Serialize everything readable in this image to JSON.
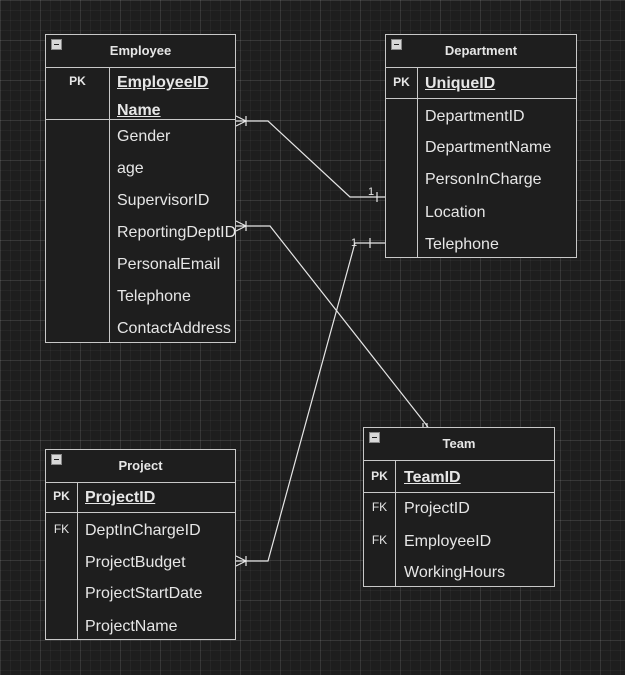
{
  "entities": {
    "employee": {
      "title": "Employee",
      "pk_keys": [
        "PK",
        ""
      ],
      "pk_fields": [
        "EmployeeID",
        "Name"
      ],
      "fields": [
        "Gender",
        "age",
        "SupervisorID",
        "ReportingDeptID",
        "PersonalEmail",
        "Telephone",
        "ContactAddress"
      ]
    },
    "department": {
      "title": "Department",
      "pk_keys": [
        "PK"
      ],
      "pk_fields": [
        "UniqueID"
      ],
      "fields": [
        "DepartmentID",
        "DepartmentName",
        "PersonInCharge",
        "Location",
        "Telephone"
      ]
    },
    "project": {
      "title": "Project",
      "pk_keys": [
        "PK"
      ],
      "pk_fields": [
        "ProjectID"
      ],
      "field_keys": [
        "FK",
        "",
        "",
        ""
      ],
      "fields": [
        "DeptInChargeID",
        "ProjectBudget",
        "ProjectStartDate",
        "ProjectName"
      ]
    },
    "team": {
      "title": "Team",
      "pk_keys": [
        "PK"
      ],
      "pk_fields": [
        "TeamID"
      ],
      "field_keys": [
        "FK",
        "FK",
        ""
      ],
      "fields": [
        "ProjectID",
        "EmployeeID",
        "WorkingHours"
      ]
    }
  },
  "relationships": [
    {
      "from": "Employee.Gender",
      "to": "Department",
      "from_end": "many",
      "to_end": "one",
      "label": "1"
    },
    {
      "from": "Project.ProjectBudget",
      "to": "Department.Telephone",
      "from_end": "many",
      "to_end": "one",
      "label": "1"
    },
    {
      "from": "Employee.ReportingDeptID",
      "to": "Team",
      "from_end": "many",
      "to_end": "one-and-only-one",
      "label": ""
    }
  ],
  "colors": {
    "background": "#1e1e1e",
    "grid": "#2f2f2f",
    "stroke": "#c8c8c8",
    "text": "#e6e6e6"
  }
}
